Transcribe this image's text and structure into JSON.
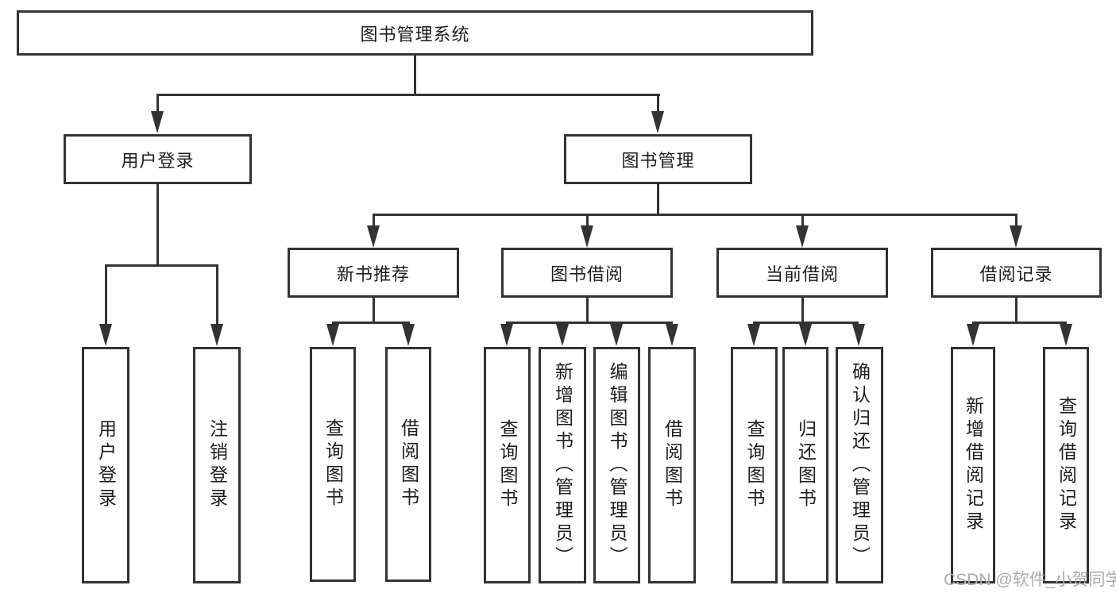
{
  "tree": {
    "root": "图书管理系统",
    "children": [
      {
        "label": "用户登录",
        "children": [
          "用户登录",
          "注销登录"
        ]
      },
      {
        "label": "图书管理",
        "children": [
          {
            "label": "新书推荐",
            "children": [
              "查询图书",
              "借阅图书"
            ]
          },
          {
            "label": "图书借阅",
            "children": [
              "查询图书",
              "新增图书（管理员）",
              "编辑图书（管理员）",
              "借阅图书"
            ]
          },
          {
            "label": "当前借阅",
            "children": [
              "查询图书",
              "归还图书",
              "确认归还（管理员）"
            ]
          },
          {
            "label": "借阅记录",
            "children": [
              "新增借阅记录",
              "查询借阅记录"
            ]
          }
        ]
      }
    ]
  },
  "watermark": {
    "text": "CSDN @软件_小贺同学"
  },
  "colors": {
    "line": "#333333",
    "text": "#1d1d1d",
    "background": "#ffffff",
    "watermark": "#ababab"
  }
}
